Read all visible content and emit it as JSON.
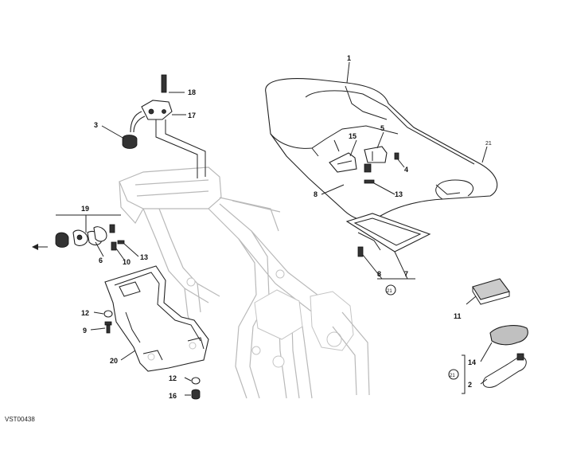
{
  "diagram": {
    "reference_code": "VST00438",
    "callouts": {
      "c1": "1",
      "c2": "2",
      "c3": "3",
      "c4": "4",
      "c5": "5",
      "c6": "6",
      "c7": "7",
      "c8a": "8",
      "c8b": "8",
      "c9": "9",
      "c10": "10",
      "c11": "11",
      "c12a": "12",
      "c12b": "12",
      "c13a": "13",
      "c13b": "13",
      "c14": "14",
      "c15": "15",
      "c16": "16",
      "c17": "17",
      "c18": "18",
      "c19": "19",
      "c20": "20",
      "c21a": "21",
      "c21b": "21",
      "c21c": "21"
    }
  }
}
